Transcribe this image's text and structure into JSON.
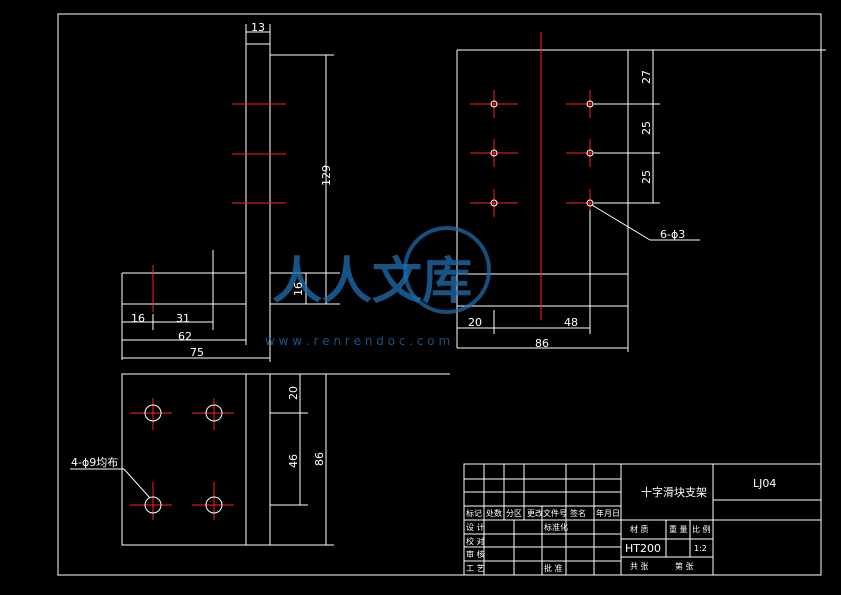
{
  "colors": {
    "background": "#000000",
    "line": "#ffffff",
    "centerline": "#ff2020",
    "watermark": "#1f6fb0"
  },
  "dimensions": {
    "top_width": "13",
    "height_129": "129",
    "thickness_16": "16",
    "left_16": "16",
    "left_31": "31",
    "left_62": "62",
    "left_75": "75",
    "right_27": "27",
    "right_25a": "25",
    "right_25b": "25",
    "right_20": "20",
    "right_48": "48",
    "right_86": "86",
    "bottom_20": "20",
    "bottom_46": "46",
    "bottom_86": "86"
  },
  "annotations": {
    "holes_6": "6-ϕ3",
    "holes_4": "4-ϕ9均布"
  },
  "watermark": {
    "main": "人人文库",
    "url": "w w w . r e n r e n d o c . c o m"
  },
  "title_block": {
    "part_name": "十字滑块支架",
    "drawing_no": "LJ04",
    "material_label": "材 质",
    "weight_label": "重 量",
    "scale_label": "比 例",
    "material_value": "HT200",
    "scale_value": "1:2",
    "sheets_total": "共  张",
    "sheet_no": "第  张",
    "header": [
      "标记",
      "处数",
      "分区",
      "更改文件号",
      "签名",
      "年月日"
    ],
    "rows": [
      "设 计",
      "校 对",
      "审 核",
      "工 艺"
    ],
    "standardize": "标准化",
    "approve": "批 准"
  }
}
